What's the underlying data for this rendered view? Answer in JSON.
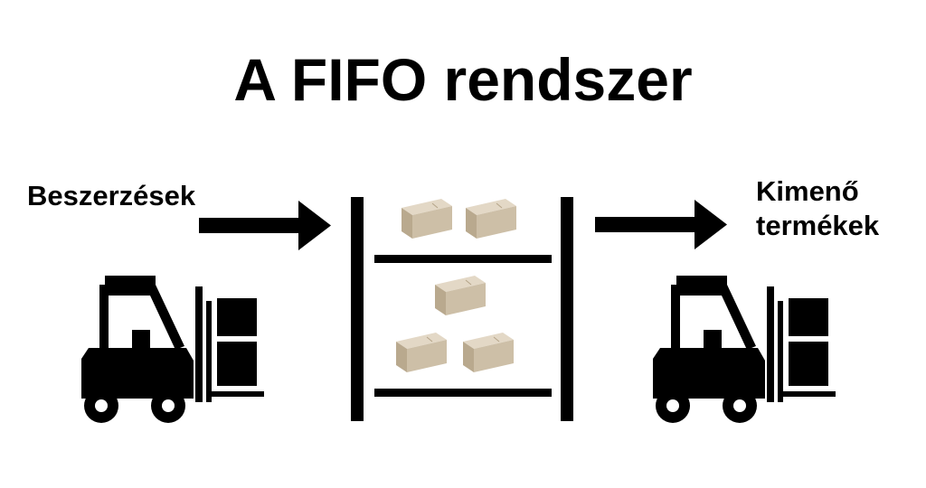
{
  "title": "A FIFO rendszer",
  "inbound": {
    "label": "Beszerzések",
    "icon": "forklift-icon"
  },
  "outbound": {
    "label_line1": "Kimenő",
    "label_line2": "termékek",
    "icon": "forklift-icon"
  },
  "shelf": {
    "icon": "shelf-rack-icon",
    "box_icon": "cardboard-box-icon"
  },
  "colors": {
    "ink": "#000000",
    "box_top": "#e3d8c6",
    "box_front": "#cdbfa7",
    "box_side": "#b9a98e"
  }
}
